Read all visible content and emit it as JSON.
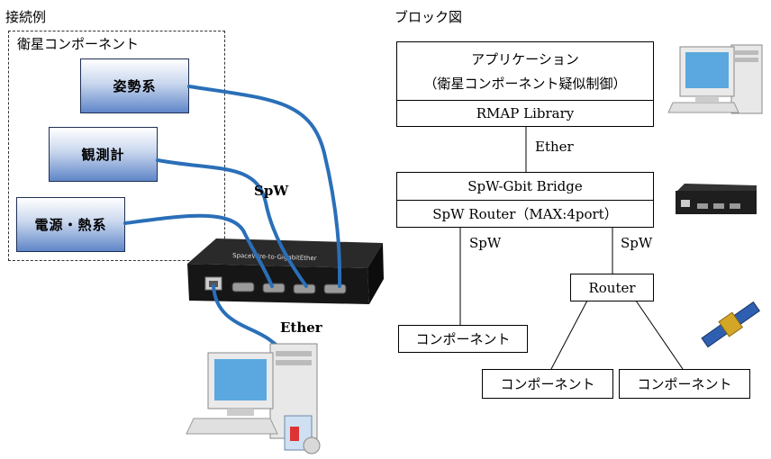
{
  "left": {
    "title": "接続例",
    "group_label": "衛星コンポーネント",
    "modules": [
      "姿勢系",
      "観測計",
      "電源・熱系"
    ],
    "spw_label": "SpW",
    "ether_label": "Ether",
    "device_text": "SpaceWire-to-GigabitEther"
  },
  "right": {
    "title": "ブロック図",
    "app_line1": "アプリケーション",
    "app_line2": "（衛星コンポーネント疑似制御）",
    "rmap": "RMAP Library",
    "ether": "Ether",
    "bridge": "SpW-Gbit Bridge",
    "router_main": "SpW Router（MAX:4port）",
    "spw_left": "SpW",
    "spw_right": "SpW",
    "router": "Router",
    "component": "コンポーネント"
  },
  "colors": {
    "cable": "#2a6fb8",
    "module_gradient_bottom": "#5f86c8"
  }
}
